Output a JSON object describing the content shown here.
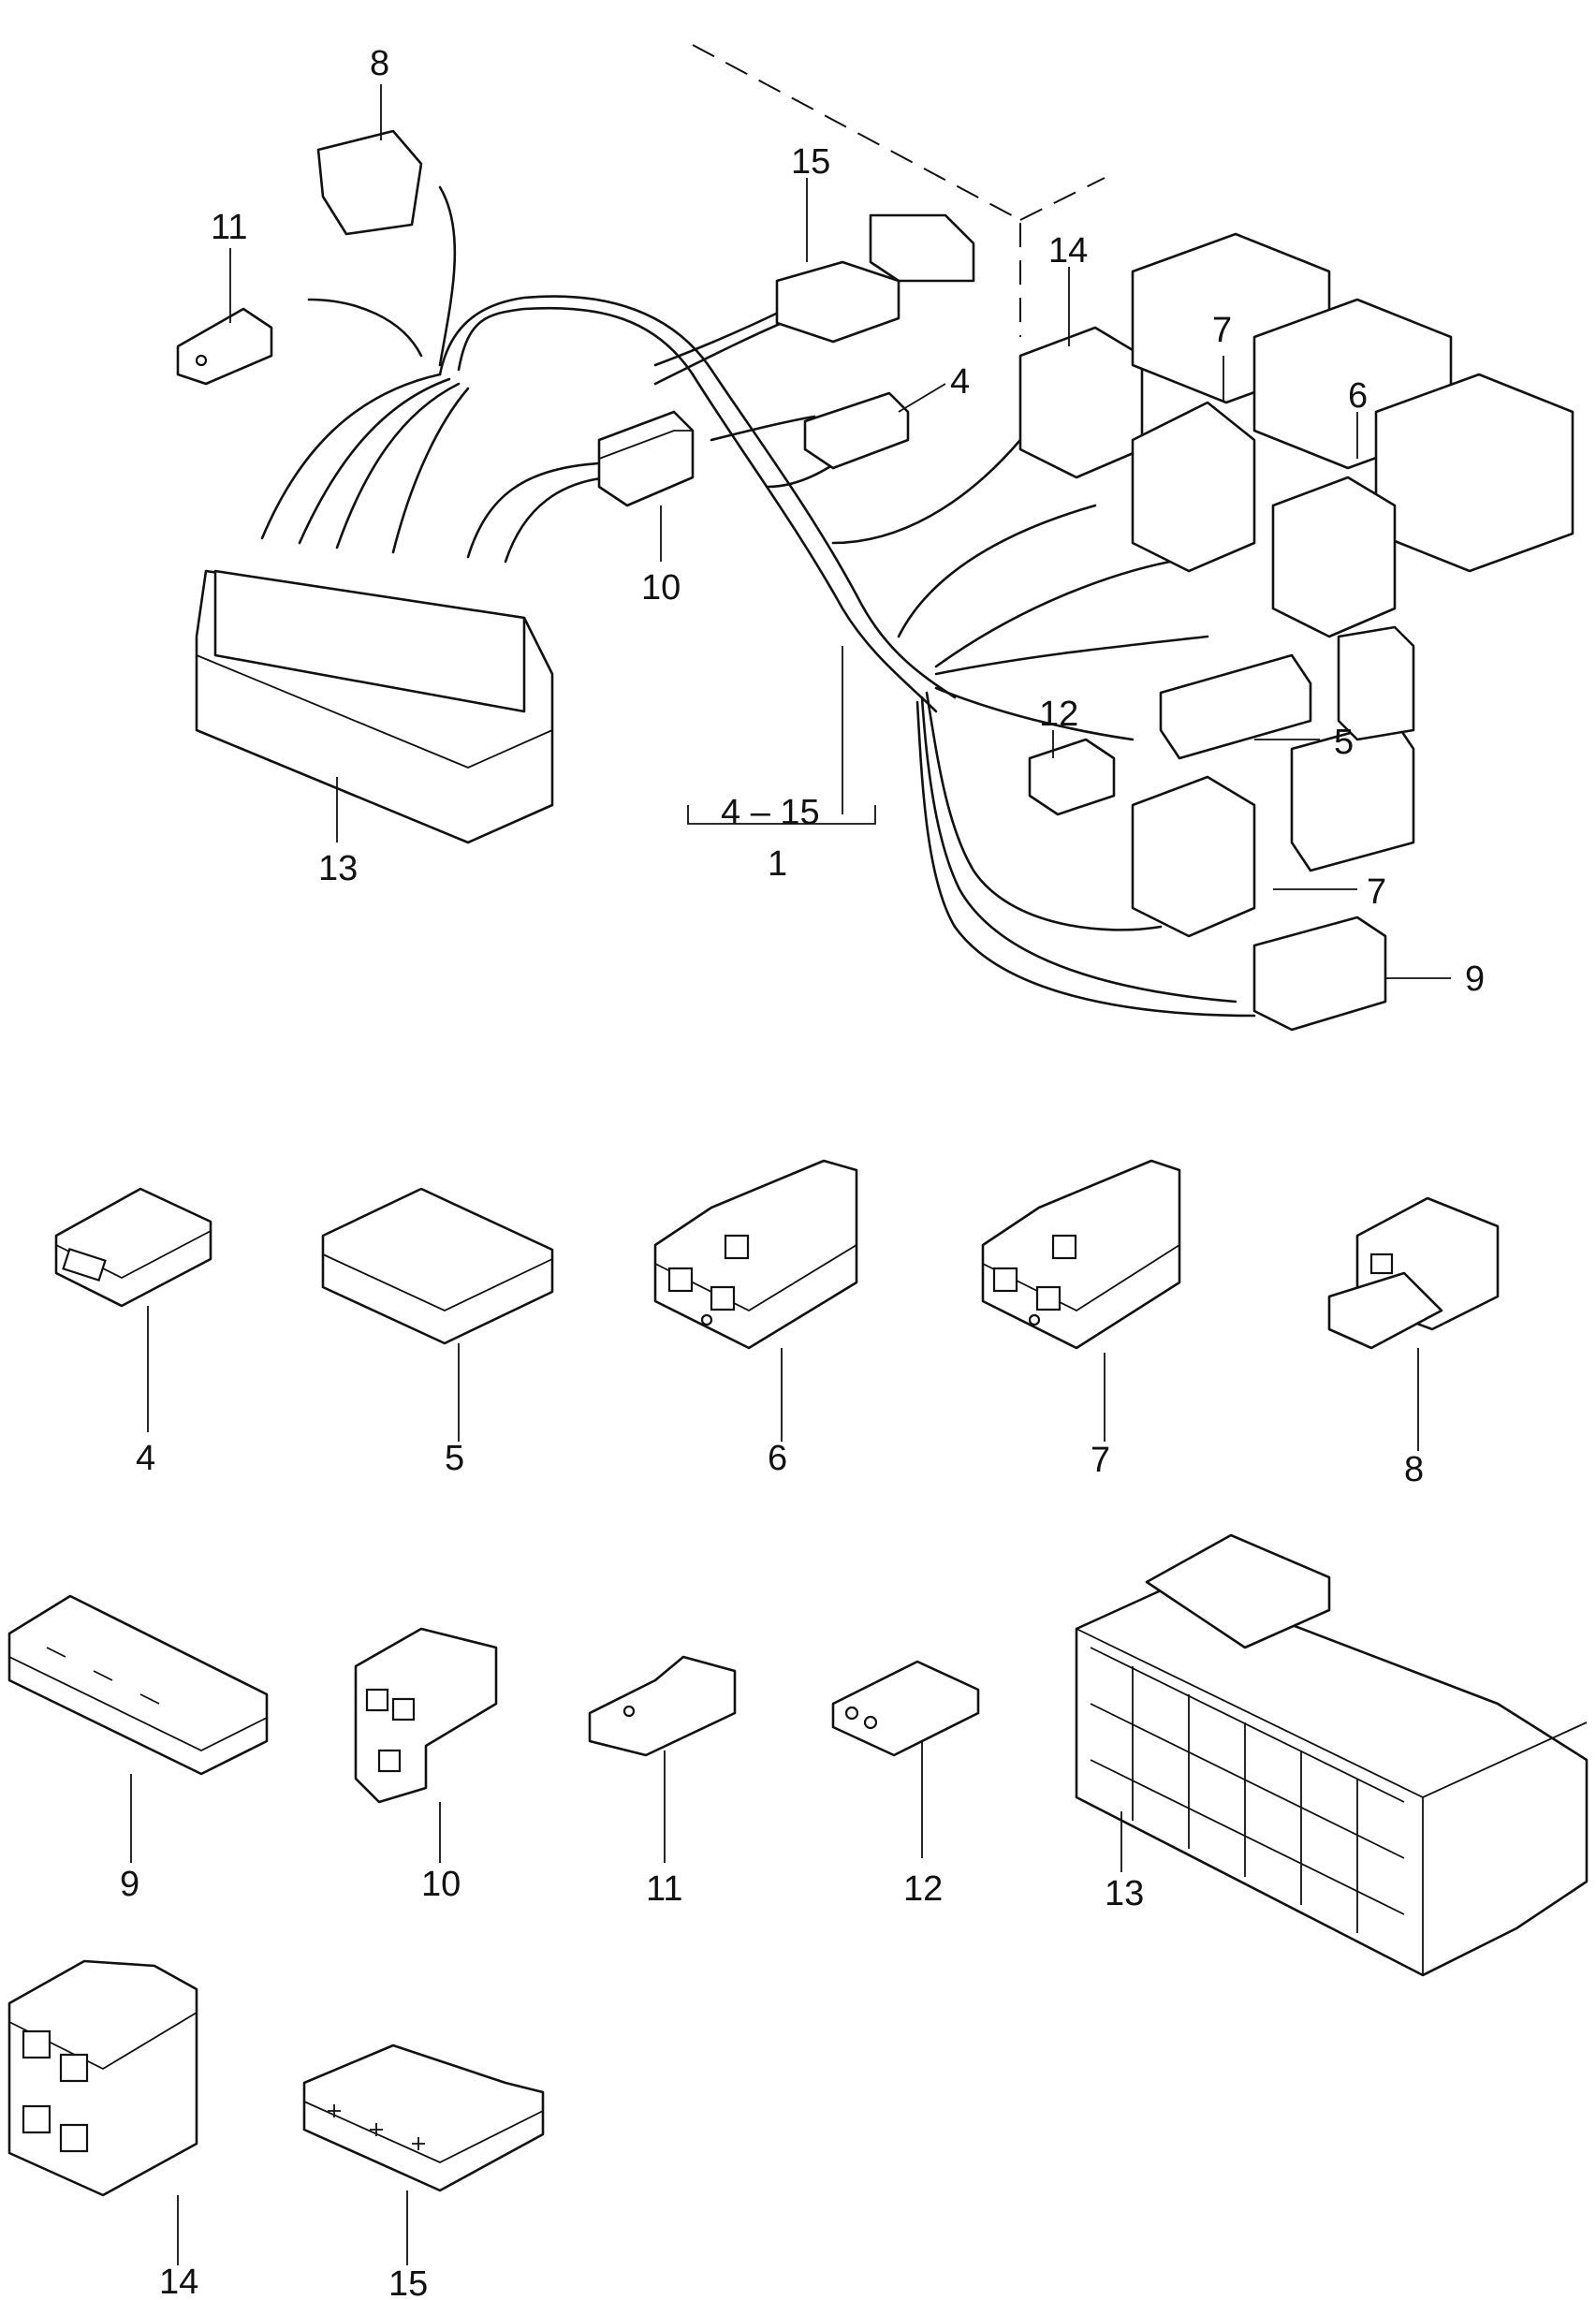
{
  "callouts": {
    "top": {
      "c8": "8",
      "c11": "11",
      "c15": "15",
      "c14": "14",
      "c4": "4",
      "c7a": "7",
      "c6": "6",
      "c10": "10",
      "c13": "13",
      "c12": "12",
      "c5": "5",
      "c7b": "7",
      "c9": "9",
      "range": "4 – 15",
      "range_total": "1"
    },
    "parts": {
      "p4": "4",
      "p5": "5",
      "p6": "6",
      "p7": "7",
      "p8": "8",
      "p9": "9",
      "p10": "10",
      "p11": "11",
      "p12": "12",
      "p13": "13",
      "p14": "14",
      "p15": "15"
    }
  }
}
